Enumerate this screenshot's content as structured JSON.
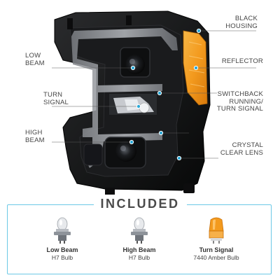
{
  "callouts": {
    "black_housing": [
      "BLACK",
      "HOUSING"
    ],
    "low_beam": [
      "LOW",
      "BEAM"
    ],
    "reflector": [
      "REFLECTOR"
    ],
    "turn_signal": [
      "TURN",
      "SIGNAL"
    ],
    "switchback": [
      "SWITCHBACK",
      "RUNNING/",
      "TURN SIGNAL"
    ],
    "high_beam": [
      "HIGH",
      "BEAM"
    ],
    "crystal_lens": [
      "CRYSTAL",
      "CLEAR LENS"
    ]
  },
  "included": {
    "title": "INCLUDED",
    "bulbs": [
      {
        "name": "Low Beam",
        "detail": "H7 Bulb",
        "icon": "h7-bulb-icon"
      },
      {
        "name": "High Beam",
        "detail": "H7 Bulb",
        "icon": "h7-bulb-icon"
      },
      {
        "name": "Turn Signal",
        "detail": "7440 Amber Bulb",
        "icon": "amber-bulb-icon"
      }
    ]
  },
  "colors": {
    "accent": "#29a9d8",
    "amber": "#f39a1e",
    "housing": "#121314"
  }
}
